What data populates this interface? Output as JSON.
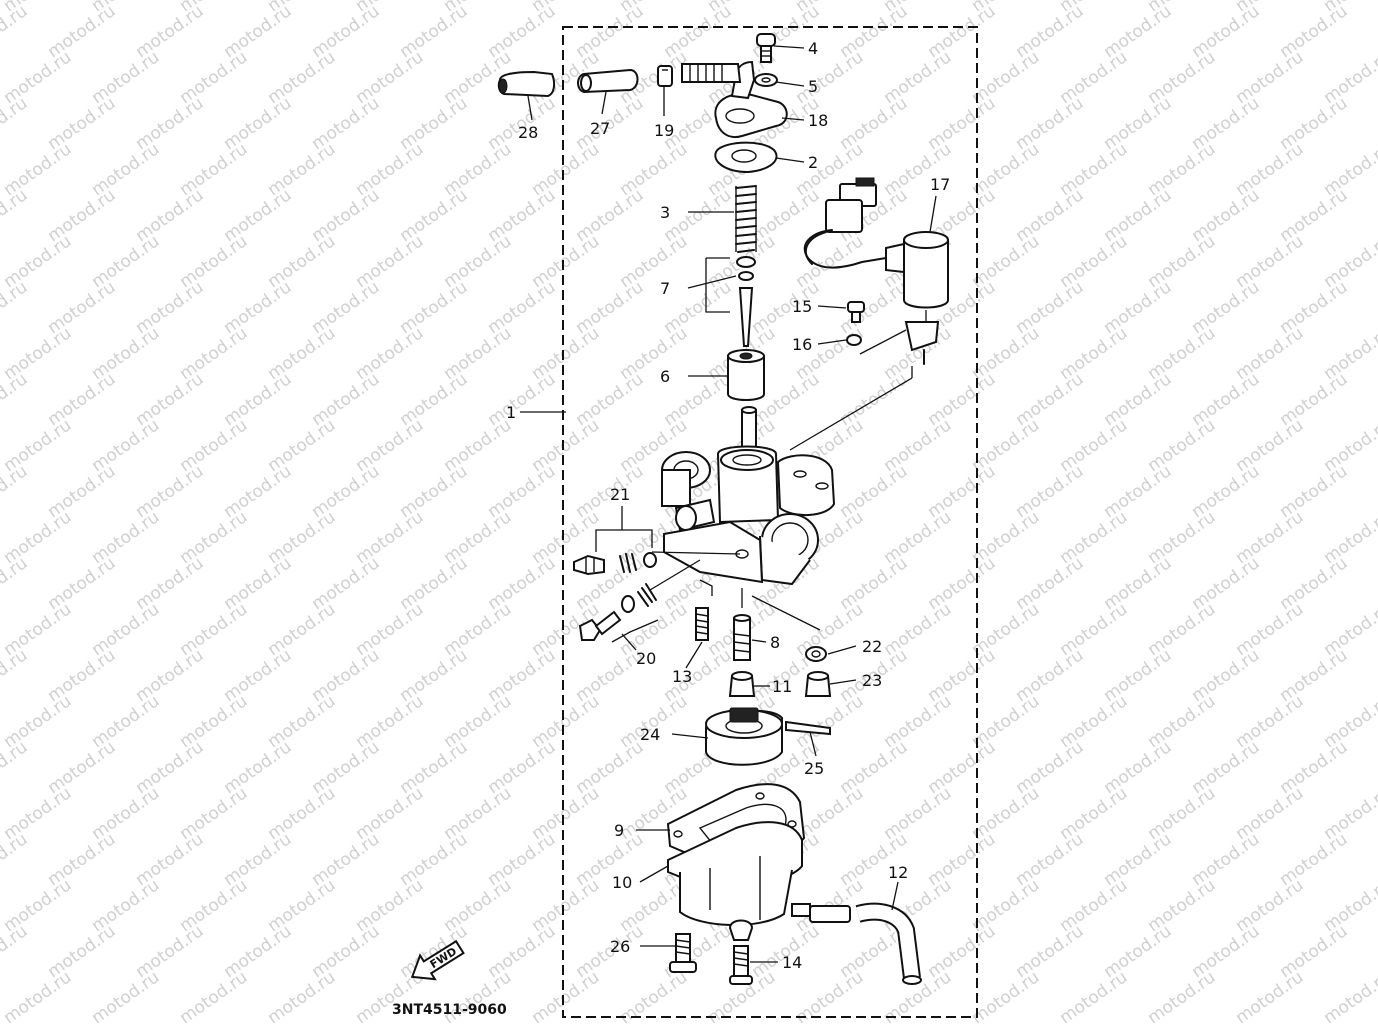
{
  "watermark": {
    "text": "motod.ru"
  },
  "diagram": {
    "assembly_label": "1",
    "parts": [
      {
        "id": "p4",
        "label": "4"
      },
      {
        "id": "p5",
        "label": "5"
      },
      {
        "id": "p18",
        "label": "18"
      },
      {
        "id": "p2",
        "label": "2"
      },
      {
        "id": "p17",
        "label": "17"
      },
      {
        "id": "p3",
        "label": "3"
      },
      {
        "id": "p7",
        "label": "7"
      },
      {
        "id": "p15",
        "label": "15"
      },
      {
        "id": "p16",
        "label": "16"
      },
      {
        "id": "p6",
        "label": "6"
      },
      {
        "id": "p28",
        "label": "28"
      },
      {
        "id": "p27",
        "label": "27"
      },
      {
        "id": "p19",
        "label": "19"
      },
      {
        "id": "p21",
        "label": "21"
      },
      {
        "id": "p20",
        "label": "20"
      },
      {
        "id": "p13",
        "label": "13"
      },
      {
        "id": "p8",
        "label": "8"
      },
      {
        "id": "p22",
        "label": "22"
      },
      {
        "id": "p11",
        "label": "11"
      },
      {
        "id": "p23",
        "label": "23"
      },
      {
        "id": "p24",
        "label": "24"
      },
      {
        "id": "p25",
        "label": "25"
      },
      {
        "id": "p9",
        "label": "9"
      },
      {
        "id": "p10",
        "label": "10"
      },
      {
        "id": "p12",
        "label": "12"
      },
      {
        "id": "p26",
        "label": "26"
      },
      {
        "id": "p14",
        "label": "14"
      }
    ],
    "fwd_label": "FWD",
    "drawing_code": "3NT4511-9060"
  }
}
